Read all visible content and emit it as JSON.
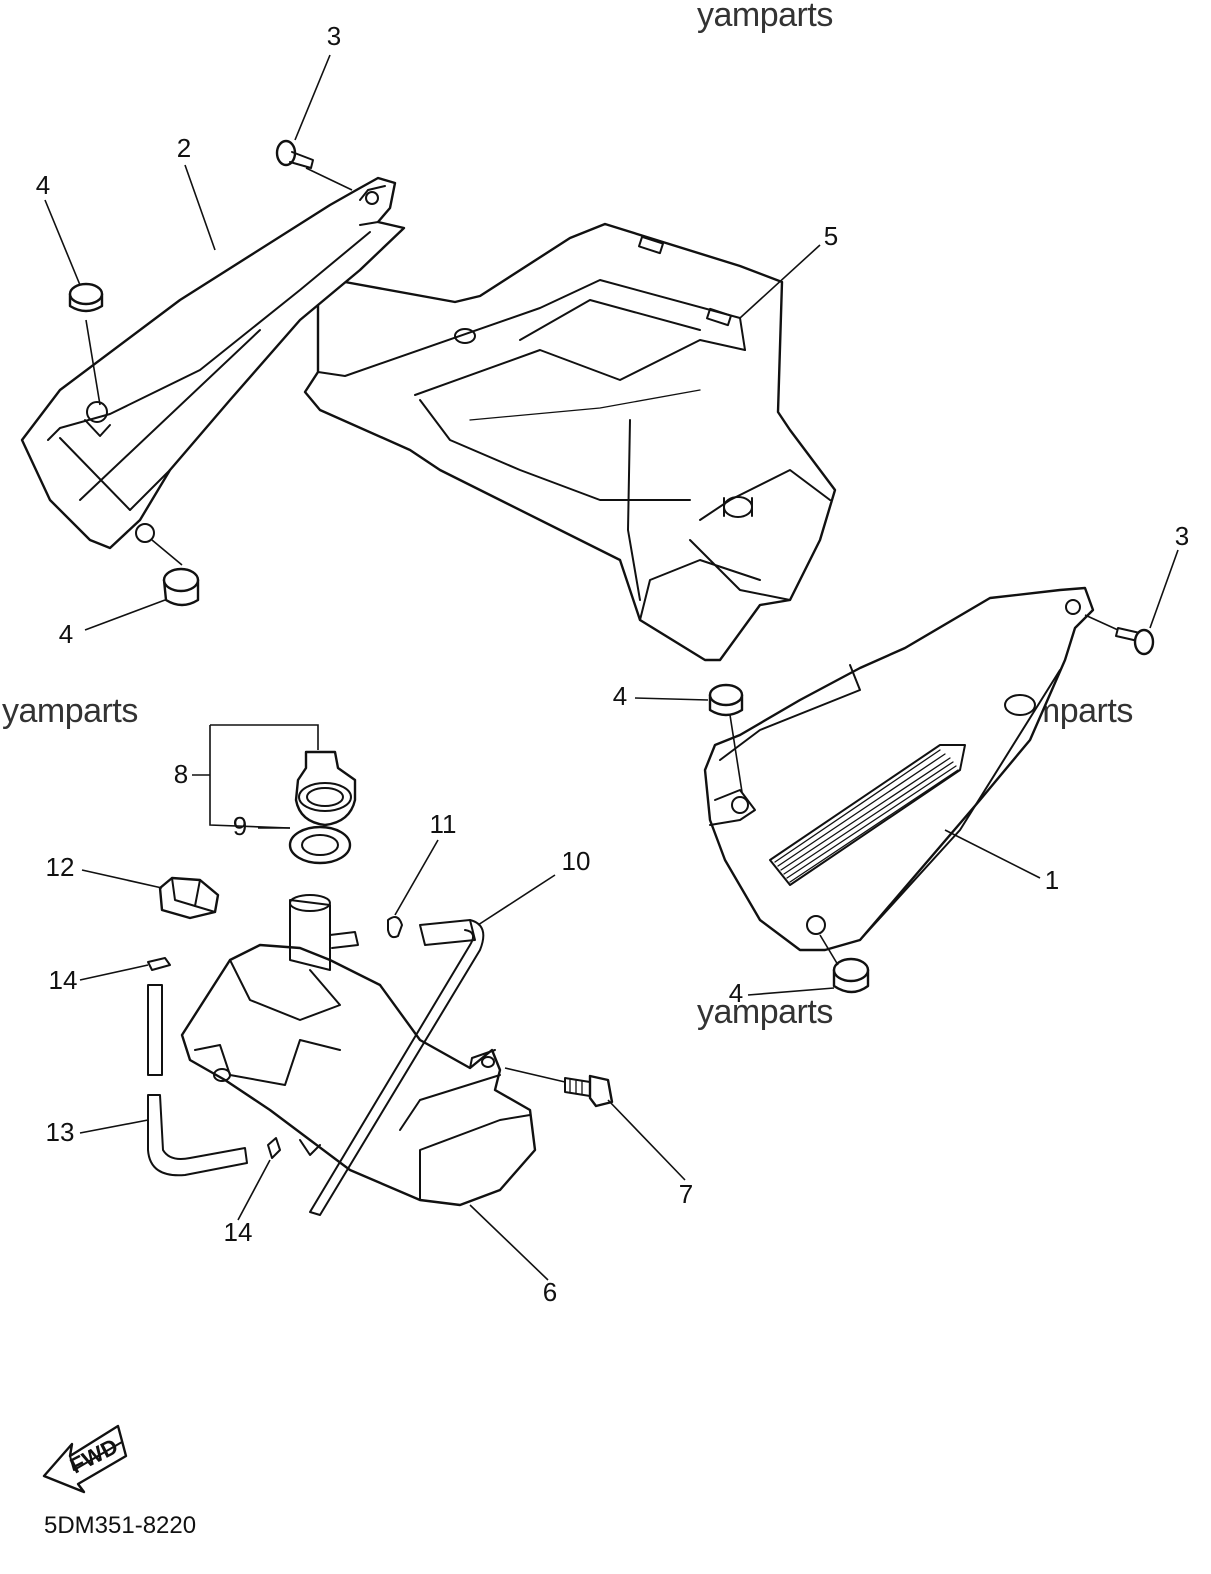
{
  "watermarks": [
    "yamparts",
    "yamparts",
    "yamparts",
    "yamparts"
  ],
  "callouts": {
    "c1": "1",
    "c2": "2",
    "c3a": "3",
    "c3b": "3",
    "c4a": "4",
    "c4b": "4",
    "c4c": "4",
    "c4d": "4",
    "c5": "5",
    "c6": "6",
    "c7": "7",
    "c8": "8",
    "c9": "9",
    "c10": "10",
    "c11": "11",
    "c12": "12",
    "c13": "13",
    "c14a": "14",
    "c14b": "14"
  },
  "fwd_label": "FWD",
  "diagram_code": "5DM351-8220"
}
